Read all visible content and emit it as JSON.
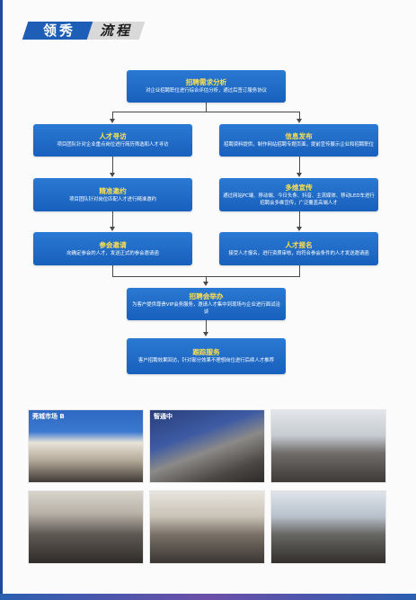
{
  "header": {
    "title_part1": "领秀",
    "title_part2": "流程"
  },
  "steps": {
    "demand": {
      "title": "招聘需求分析",
      "desc": "对企业招聘职位进行综合评估分析，通过后签订服务协议"
    },
    "talent_search": {
      "title": "人才寻访",
      "desc": "项目团队针对企业重点岗位进行简历筛选和人才寻访"
    },
    "info_release": {
      "title": "信息发布",
      "desc": "招聘资料提供，制作网站招聘专题页面，提前宣传展示企业和招聘职位"
    },
    "precise_invite": {
      "title": "精准邀约",
      "desc": "项目团队针对岗位匹配人才进行精准邀约"
    },
    "multi_promo": {
      "title": "多维宣传",
      "desc": "通过网站PC端、移动端、今日头条、抖音、主流媒体、移动LED车进行招聘会多维宣传，广泛覆盖高端人才"
    },
    "invite_attend": {
      "title": "参会邀请",
      "desc": "向确定参会的人才，发送正式的参会邀请函"
    },
    "talent_signup": {
      "title": "人才报名",
      "desc": "接受人才报名，进行资质审核，向符合参会条件的人才发送邀请函"
    },
    "fair_held": {
      "title": "招聘会举办",
      "desc": "为客户提供尊贵VIP会务服务，邀请人才集中到现场与企业进行面试洽谈"
    },
    "follow_up": {
      "title": "跟踪服务",
      "desc": "客户招聘效果回访，针对部分效果不理想岗位进行后续人才推荐"
    }
  },
  "photos": {
    "p1_caption": "莞城市场 B",
    "p2_caption": "智通中"
  },
  "colors": {
    "box": "#1e67c4",
    "box_title": "#ffe14d",
    "accent": "#1e5eb6"
  }
}
